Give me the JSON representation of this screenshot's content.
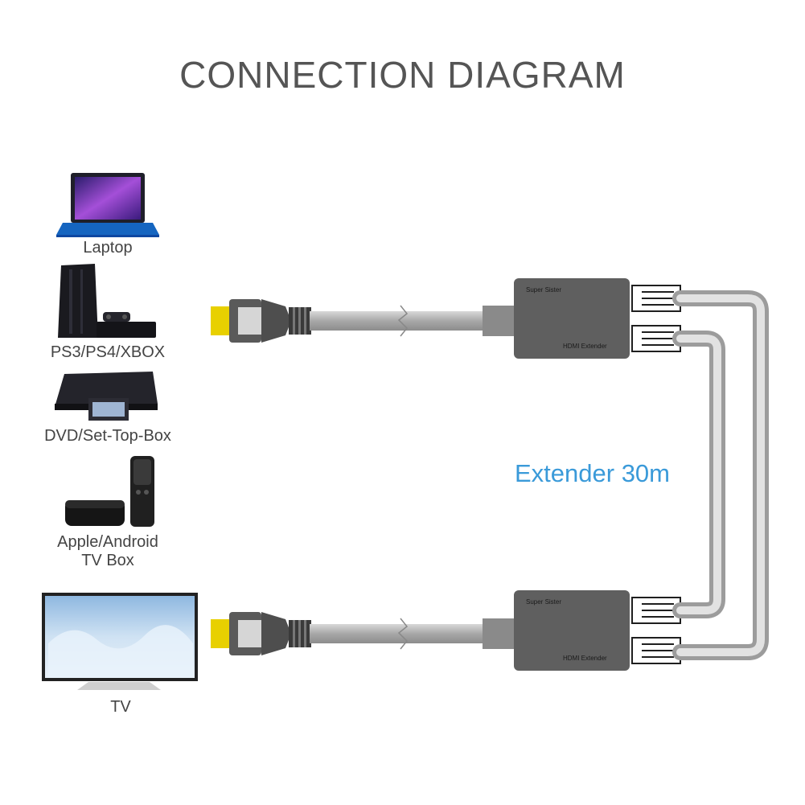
{
  "title": "CONNECTION DIAGRAM",
  "sources": [
    {
      "label": "Laptop",
      "icon": "laptop-icon"
    },
    {
      "label": "PS3/PS4/XBOX",
      "icon": "game-console-icon"
    },
    {
      "label": "DVD/Set-Top-Box",
      "icon": "dvd-player-icon"
    },
    {
      "label_line1": "Apple/Android",
      "label_line2": "TV Box",
      "icon": "tv-box-icon"
    }
  ],
  "sink": {
    "label": "TV",
    "icon": "tv-icon"
  },
  "extender": {
    "label": "Extender 30m",
    "unit_text_a": "Super Sister",
    "unit_text_b": "HDMI Extender"
  },
  "colors": {
    "accent": "#3a9ad9",
    "cable": "#b8b8b8",
    "unit": "#5f5f5f",
    "hdmi_tip": "#e8d000"
  }
}
